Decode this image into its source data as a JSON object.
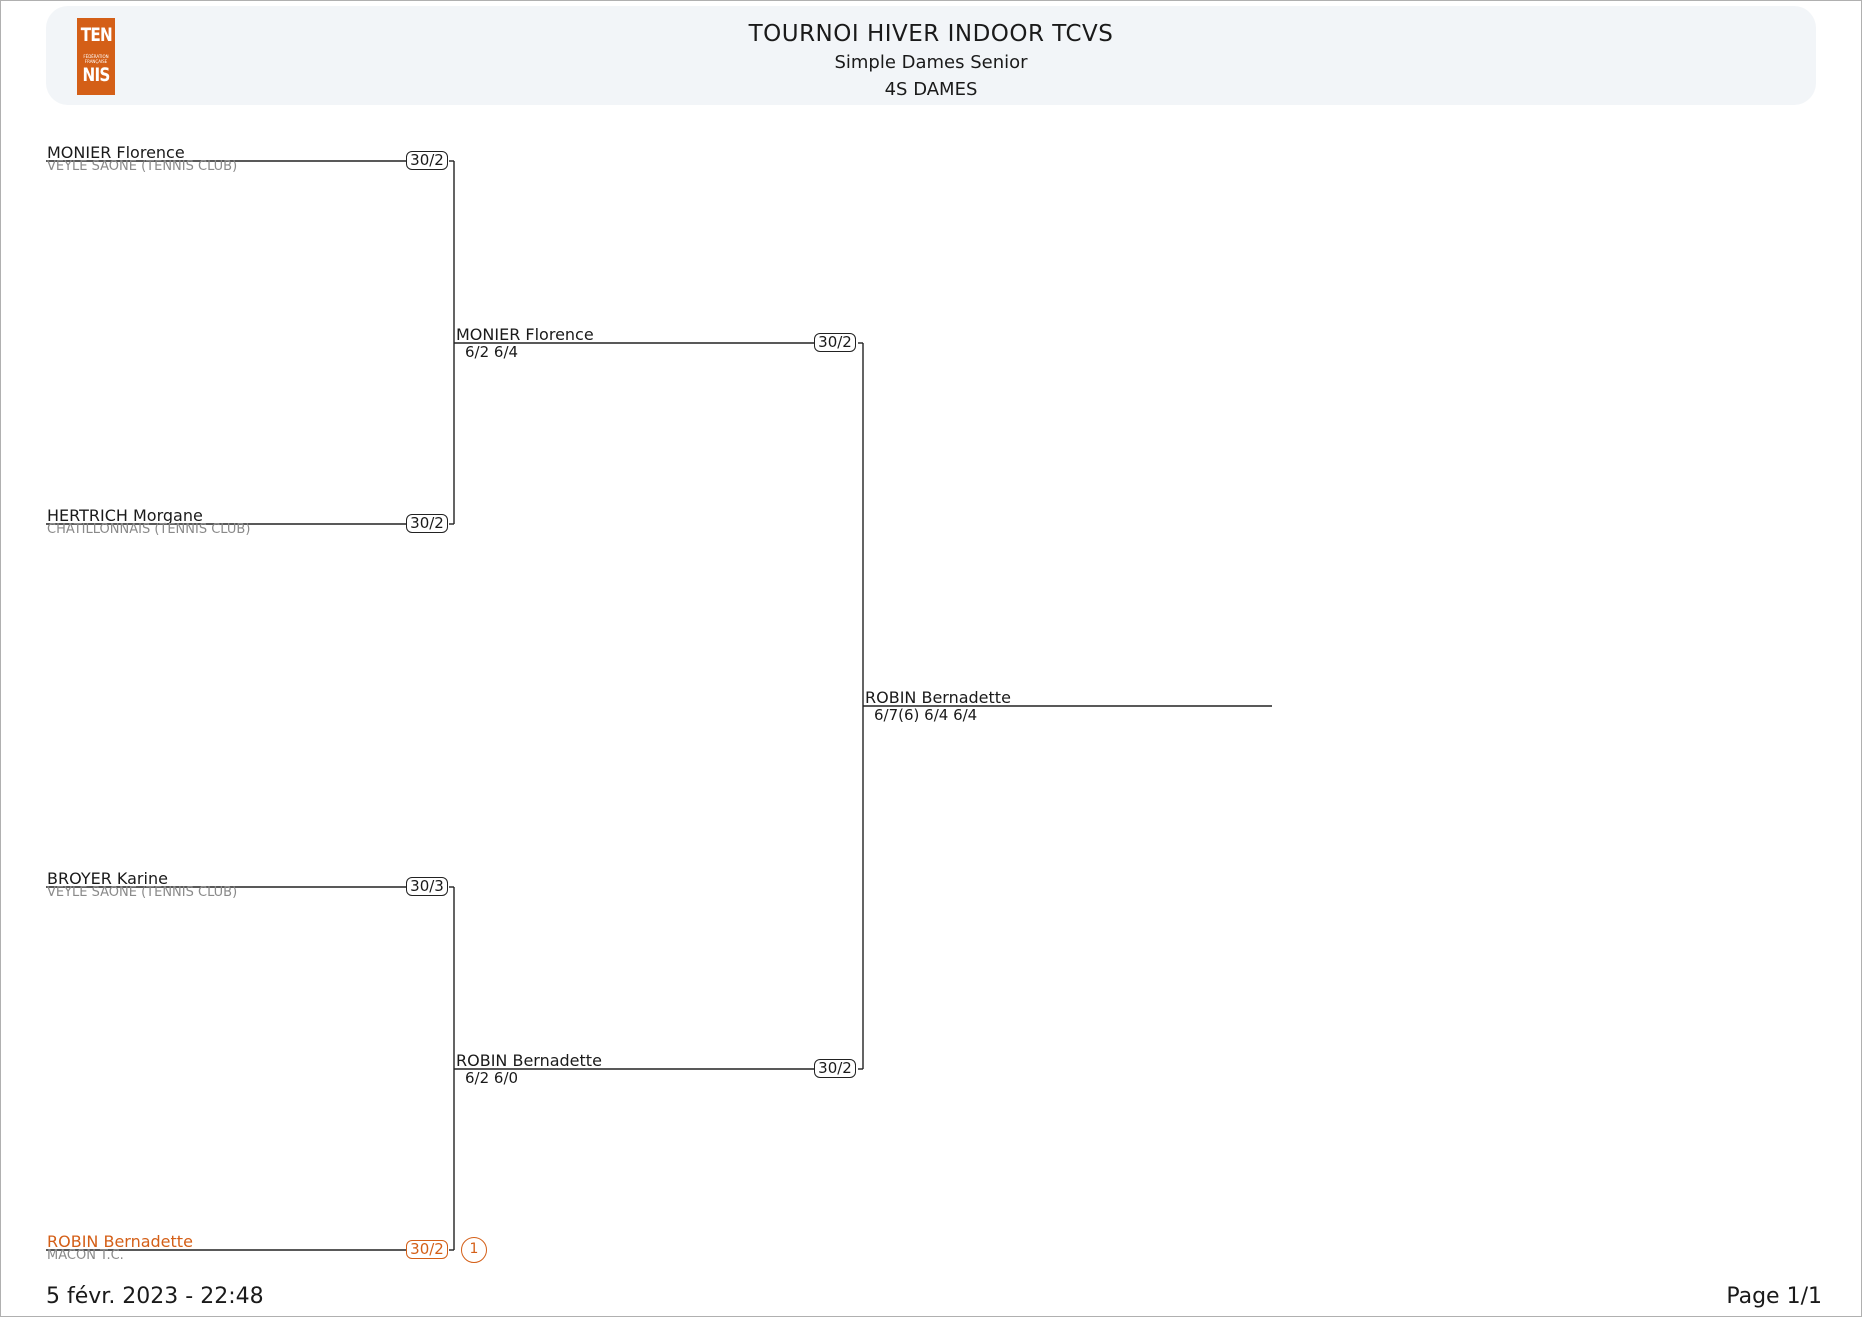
{
  "header": {
    "logo": {
      "top": "TEN",
      "middle": "FÉDÉRATION FRANÇAISE",
      "bottom": "NIS"
    },
    "title": "TOURNOI HIVER INDOOR TCVS",
    "subtitle": "Simple Dames Senior",
    "draw_name": "4S DAMES"
  },
  "round1": [
    {
      "name": "MONIER Florence",
      "club": "VEYLE SAONE (TENNIS CLUB)",
      "rank": "30/2"
    },
    {
      "name": "HERTRICH Morgane",
      "club": "CHATILLONNAIS (TENNIS CLUB)",
      "rank": "30/2"
    },
    {
      "name": "BROYER Karine",
      "club": "VEYLE SAONE (TENNIS CLUB)",
      "rank": "30/3"
    },
    {
      "name": "ROBIN Bernadette",
      "club": "MACON T.C.",
      "rank": "30/2",
      "seed": "1"
    }
  ],
  "round2": [
    {
      "name": "MONIER Florence",
      "score": "6/2 6/4",
      "rank": "30/2"
    },
    {
      "name": "ROBIN Bernadette",
      "score": "6/2 6/0",
      "rank": "30/2"
    }
  ],
  "final": {
    "name": "ROBIN Bernadette",
    "score": "6/7(6) 6/4 6/4"
  },
  "footer": {
    "date": "5 févr. 2023 - 22:48",
    "page": "Page 1/1"
  },
  "colors": {
    "accent": "#d45f17",
    "header_bg": "#f2f5f8",
    "club_text": "#8a8a8a"
  }
}
